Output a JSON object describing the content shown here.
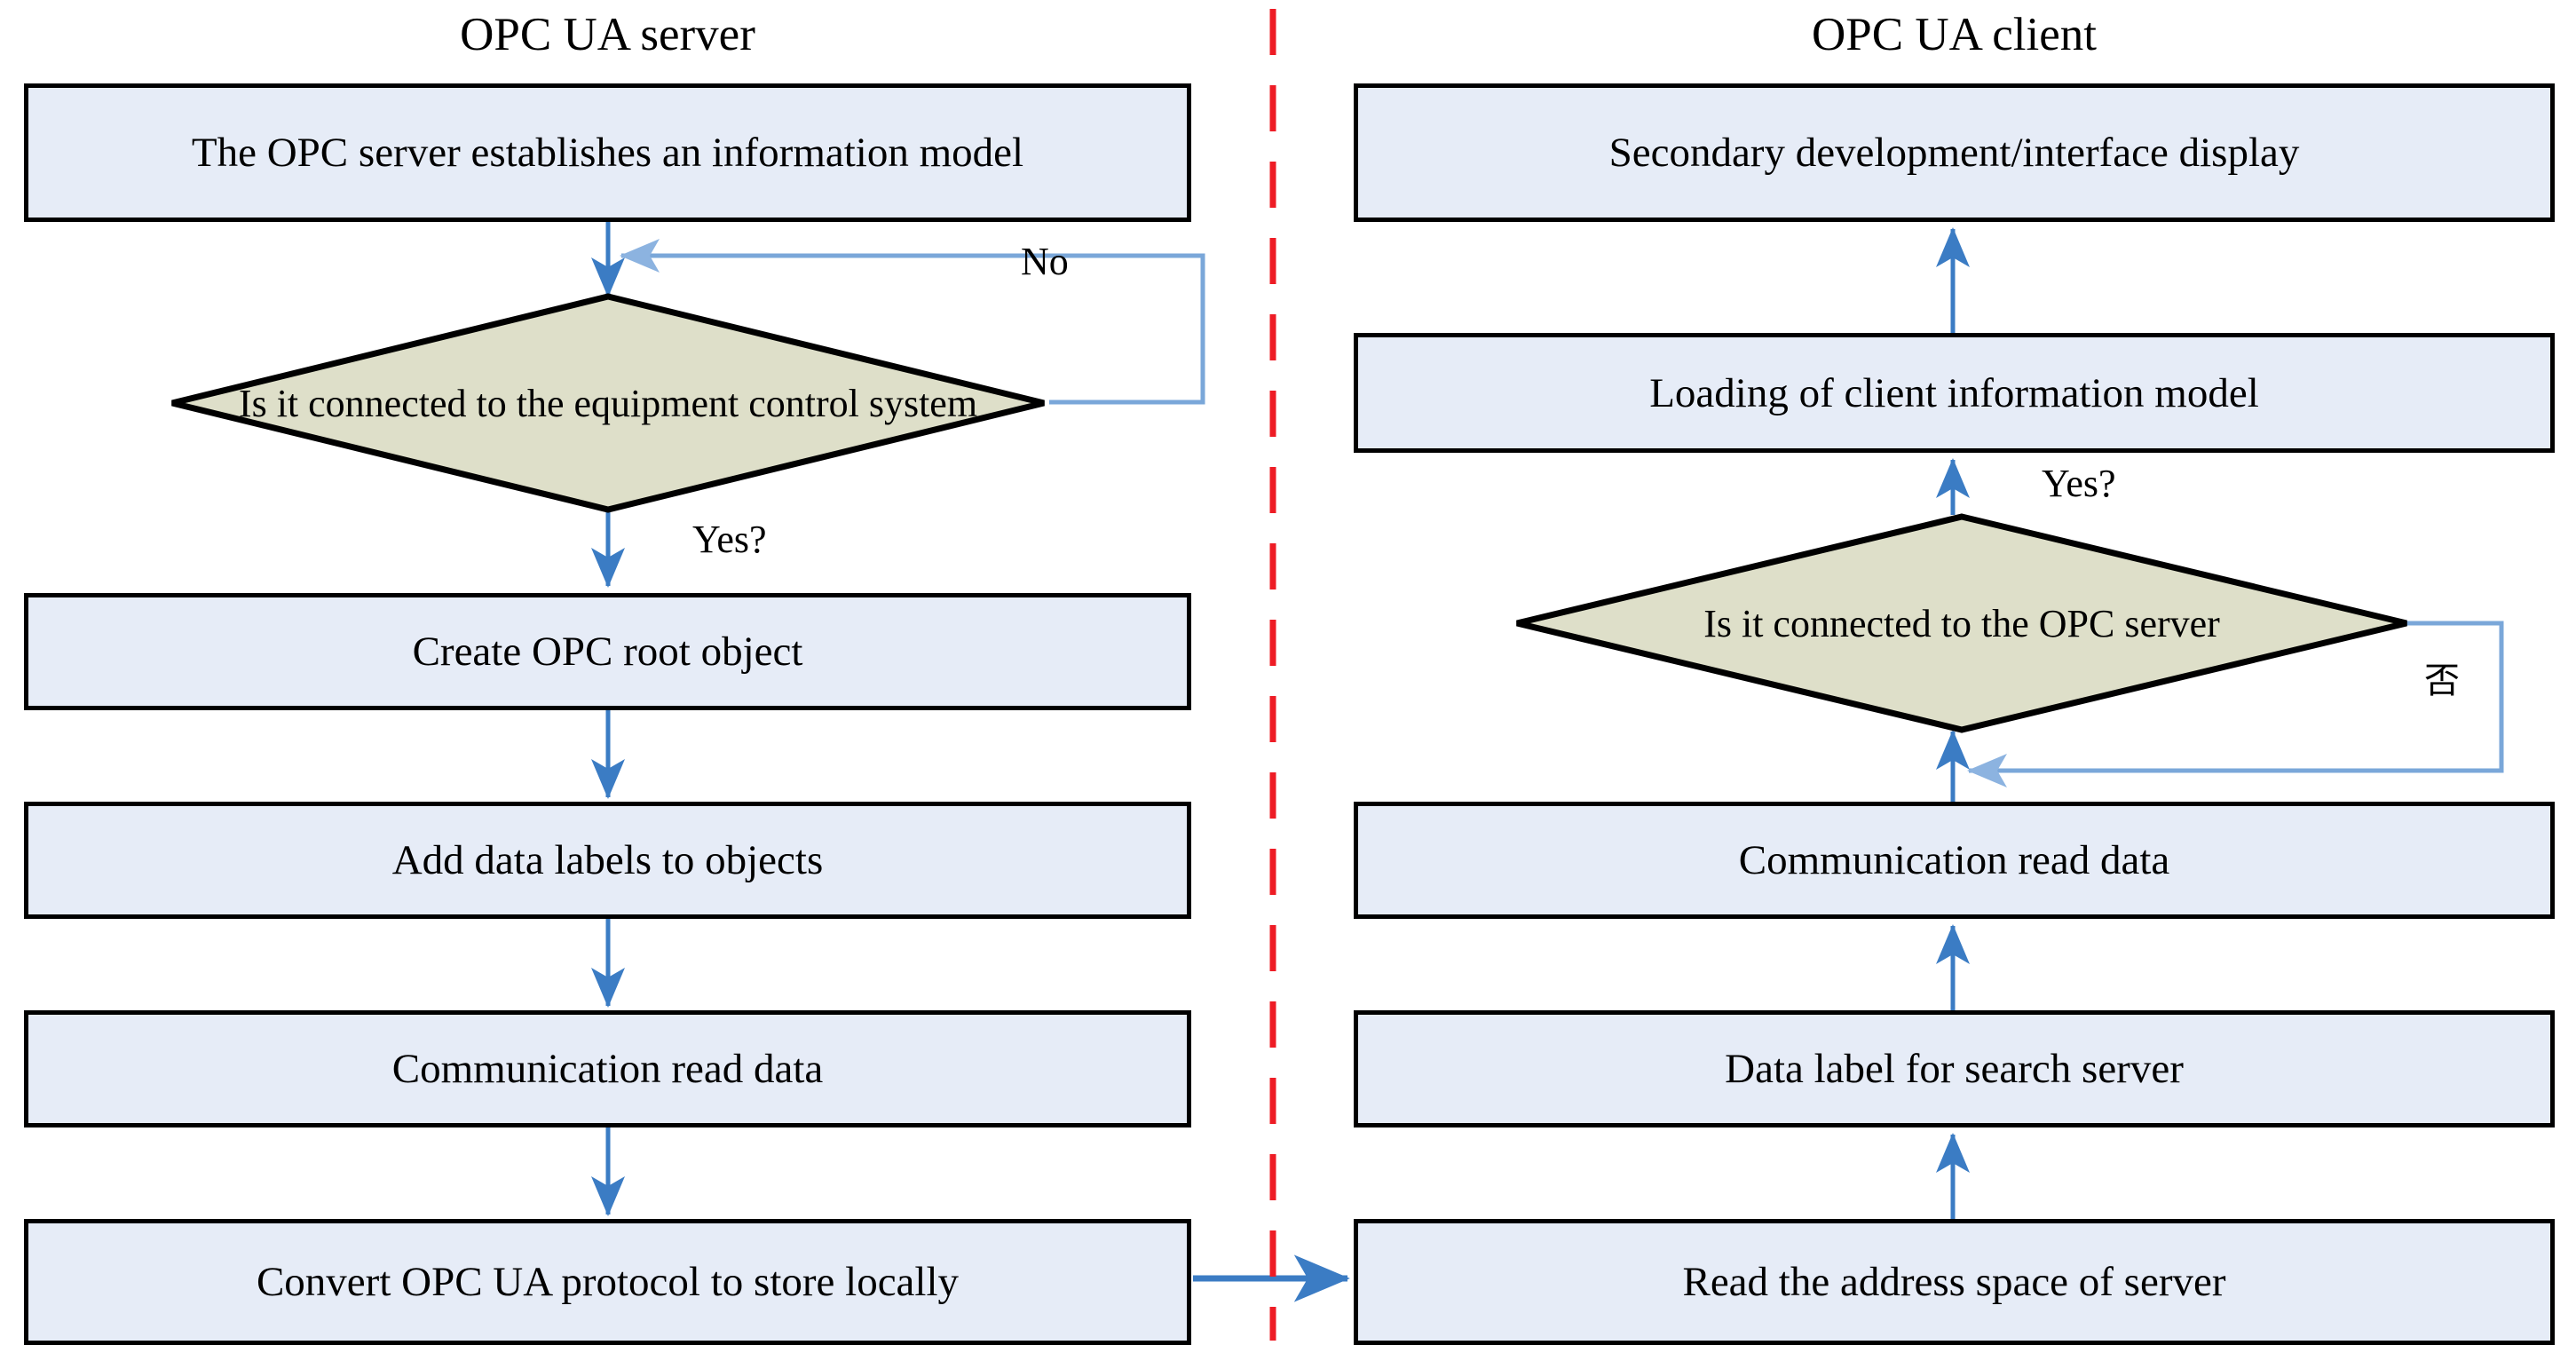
{
  "diagram": {
    "title_left": "OPC UA server",
    "title_right": "OPC UA client",
    "divider": {
      "name": "vertical-dashed-separator",
      "color": "#ee1c25",
      "style": "dashed"
    },
    "colors": {
      "process_fill": "#e6ecf7",
      "process_border": "#000000",
      "decision_fill": "#dedfc9",
      "decision_border": "#000000",
      "arrow": "#3b7cc4",
      "arrow_light": "#8cb3e0",
      "divider": "#ee1c25",
      "text": "#000000"
    }
  },
  "server": {
    "heading": "OPC UA server",
    "nodes": [
      {
        "id": "s1",
        "type": "process",
        "label": "The OPC server establishes an information model"
      },
      {
        "id": "s2",
        "type": "decision",
        "label": "Is it connected to the equipment control system"
      },
      {
        "id": "s3",
        "type": "process",
        "label": "Create OPC root object"
      },
      {
        "id": "s4",
        "type": "process",
        "label": "Add data labels to objects"
      },
      {
        "id": "s5",
        "type": "process",
        "label": "Communication read data"
      },
      {
        "id": "s6",
        "type": "process",
        "label": "Convert OPC UA protocol to store locally"
      }
    ],
    "edge_labels": {
      "no": "No",
      "yes": "Yes?"
    }
  },
  "client": {
    "heading": "OPC UA client",
    "nodes": [
      {
        "id": "c1",
        "type": "process",
        "label": "Secondary development/interface display"
      },
      {
        "id": "c2",
        "type": "process",
        "label": "Loading of client information model"
      },
      {
        "id": "c3",
        "type": "decision",
        "label": "Is it connected to the OPC server"
      },
      {
        "id": "c4",
        "type": "process",
        "label": "Communication read data"
      },
      {
        "id": "c5",
        "type": "process",
        "label": "Data label for search server"
      },
      {
        "id": "c6",
        "type": "process",
        "label": "Read the address space of server"
      }
    ],
    "edge_labels": {
      "yes": "Yes?",
      "no": "否"
    }
  },
  "cross_link": {
    "from": "Convert OPC UA protocol to store locally",
    "to": "Read the address space of server",
    "direction": "left-to-right"
  }
}
